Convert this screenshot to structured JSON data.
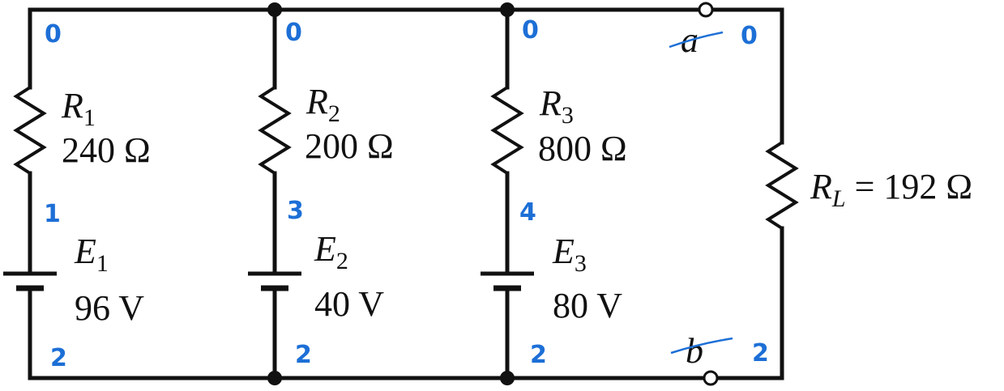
{
  "branches": [
    {
      "resistor": {
        "symbol": "R",
        "sub": "1",
        "value": "240 Ω"
      },
      "source": {
        "symbol": "E",
        "sub": "1",
        "value": "96 V"
      }
    },
    {
      "resistor": {
        "symbol": "R",
        "sub": "2",
        "value": "200 Ω"
      },
      "source": {
        "symbol": "E",
        "sub": "2",
        "value": "40 V"
      }
    },
    {
      "resistor": {
        "symbol": "R",
        "sub": "3",
        "value": "800 Ω"
      },
      "source": {
        "symbol": "E",
        "sub": "3",
        "value": "80 V"
      }
    }
  ],
  "load": {
    "symbol": "R",
    "sub": "L",
    "value": " = 192 Ω"
  },
  "terminals": {
    "a": "a",
    "b": "b"
  },
  "node_annotations": {
    "top": [
      "0",
      "0",
      "0",
      "0"
    ],
    "middle": [
      "1",
      "3",
      "4"
    ],
    "bottom": [
      "2",
      "2",
      "2",
      "2"
    ]
  },
  "colors": {
    "wire": "#111111",
    "annotation": "#1d6fd6"
  }
}
